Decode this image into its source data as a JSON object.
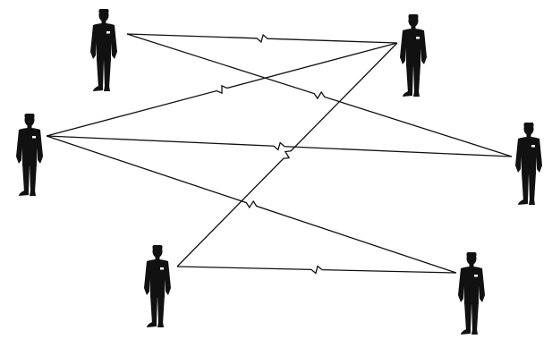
{
  "colors": {
    "background": "#ffffff",
    "ink": "#111111",
    "badge": "#ffffff"
  },
  "people": [
    {
      "id": "person-top-left",
      "icon": "standing-person-icon"
    },
    {
      "id": "person-top-right",
      "icon": "standing-person-icon"
    },
    {
      "id": "person-middle-left",
      "icon": "standing-person-icon"
    },
    {
      "id": "person-middle-right",
      "icon": "standing-person-icon"
    },
    {
      "id": "person-bottom-left",
      "icon": "standing-person-icon"
    },
    {
      "id": "person-bottom-right",
      "icon": "standing-person-icon"
    }
  ],
  "connections": [
    {
      "id": "link-top-left-to-top-right",
      "from": "person-top-left",
      "to": "person-top-right",
      "style": "lightning"
    },
    {
      "id": "link-top-left-to-middle-right",
      "from": "person-top-left",
      "to": "person-middle-right",
      "style": "lightning"
    },
    {
      "id": "link-middle-left-to-top-right",
      "from": "person-middle-left",
      "to": "person-top-right",
      "style": "lightning"
    },
    {
      "id": "link-middle-left-to-middle-right",
      "from": "person-middle-left",
      "to": "person-middle-right",
      "style": "lightning"
    },
    {
      "id": "link-middle-left-to-bottom-right",
      "from": "person-middle-left",
      "to": "person-bottom-right",
      "style": "lightning"
    },
    {
      "id": "link-top-right-to-bottom-left",
      "from": "person-top-right",
      "to": "person-bottom-left",
      "style": "lightning"
    },
    {
      "id": "link-bottom-left-to-bottom-right",
      "from": "person-bottom-left",
      "to": "person-bottom-right",
      "style": "lightning"
    }
  ]
}
